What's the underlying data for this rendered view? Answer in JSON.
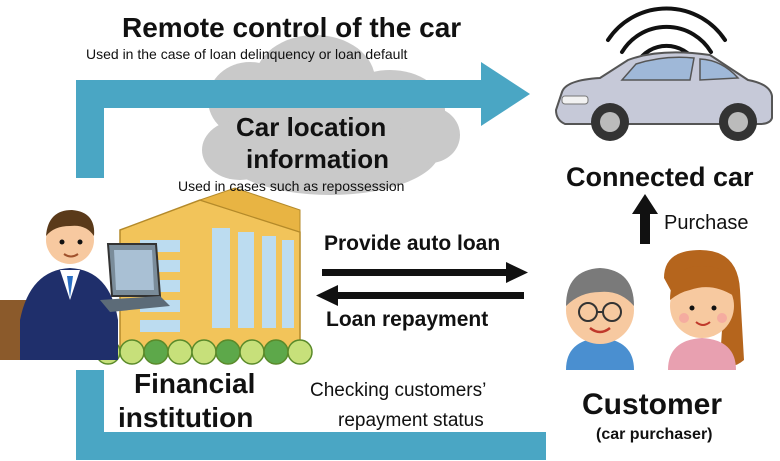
{
  "remote_control": {
    "title": "Remote control of the car",
    "subtitle": "Used in the case of loan delinquency or loan default"
  },
  "car_location": {
    "line1": "Car location",
    "line2": "information",
    "subtitle": "Used in cases such as repossession"
  },
  "connected_car": {
    "label": "Connected car"
  },
  "purchase": {
    "label": "Purchase"
  },
  "loan": {
    "provide": "Provide auto loan",
    "repayment": "Loan repayment"
  },
  "financial_institution": {
    "line1": "Financial",
    "line2": "institution"
  },
  "checking": {
    "line1": "Checking customers’",
    "line2": "repayment status"
  },
  "customer": {
    "label": "Customer",
    "sub": "(car purchaser)"
  },
  "colors": {
    "flow_blue": "#4aa6c4",
    "cloud_gray": "#c8c8c8",
    "building_yellow": "#f2c45a",
    "window_blue": "#bcdcf0",
    "car_silver": "#c6c9d8"
  }
}
